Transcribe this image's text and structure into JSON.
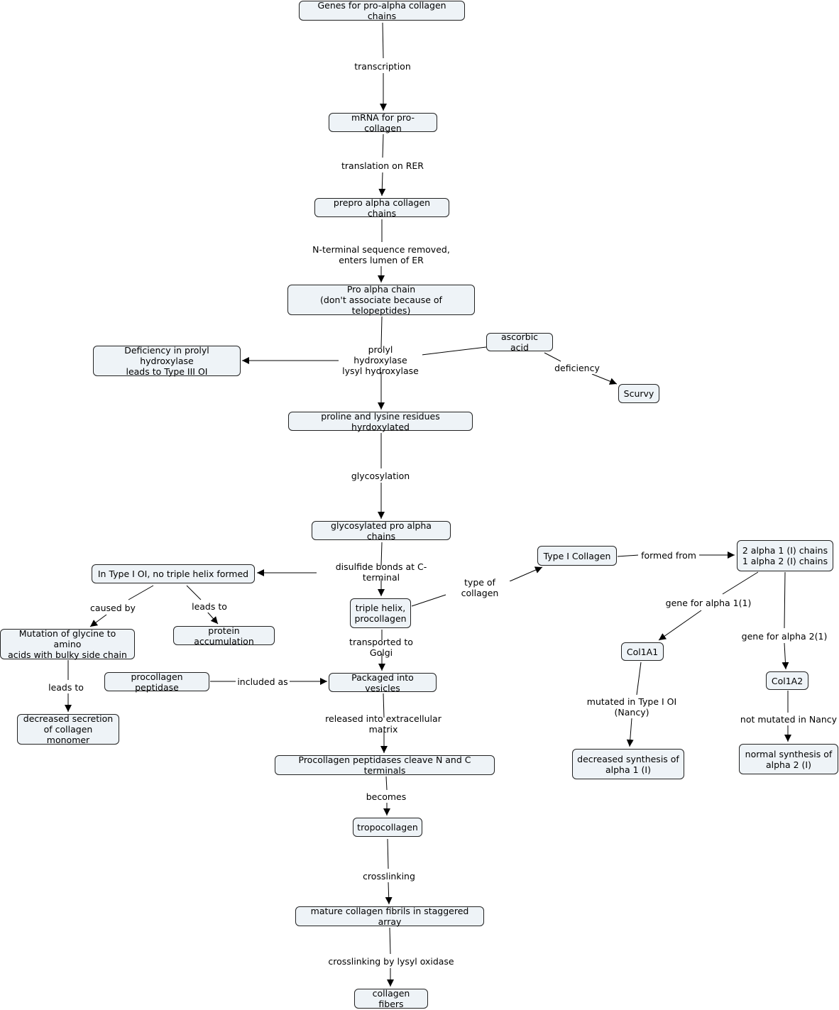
{
  "nodes": {
    "genes": "Genes for pro-alpha collagen chains",
    "mrna": "mRNA for pro-collagen",
    "prepro": "prepro alpha collagen chains",
    "proalpha": "Pro alpha chain\n(don't associate because of telopeptides)",
    "deficiency_prolyl": "Deficiency in prolyl hydroxylase\nleads to Type III OI",
    "ascorbic": "ascorbic acid",
    "scurvy": "Scurvy",
    "hydroxylated": "proline and lysine residues hyrdoxylated",
    "glycosylated": "glycosylated pro alpha chains",
    "type1oi_no_helix": "In Type I OI, no triple helix formed",
    "triple_helix": "triple helix,\nprocollagen",
    "type1_collagen": "Type I Collagen",
    "chains": "2 alpha 1 (I) chains\n1 alpha 2 (I) chains",
    "mutation_glycine": "Mutation of glycine to amino\nacids with bulky side chain",
    "protein_accumulation": "protein accumulation",
    "col1a1": "Col1A1",
    "col1a2": "Col1A2",
    "decreased_secretion": "decreased secretion\nof collagen monomer",
    "procollagen_peptidase": "procollagen peptidase",
    "vesicles": "Packaged into vesicles",
    "decreased_synthesis": "decreased synthesis of\nalpha 1 (I)",
    "normal_synthesis": "normal synthesis of\nalpha 2 (I)",
    "cleave": "Procollagen peptidases cleave N and C terminals",
    "tropocollagen": "tropocollagen",
    "mature_fibrils": "mature collagen fibrils in staggered array",
    "fibers": "collagen fibers"
  },
  "links": {
    "transcription": "transcription",
    "translation": "translation on RER",
    "n_terminal": "N-terminal sequence removed,\nenters lumen of ER",
    "hydroxylase": "prolyl hydroxylase\nlysyl hydroxylase",
    "deficiency": "deficiency",
    "glycosylation": "glycosylation",
    "disulfide": "disulfide bonds at C-terminal",
    "type_of_collagen": "type of collagen",
    "formed_from": "formed from",
    "caused_by": "caused by",
    "leads_to_accum": "leads to",
    "gene_alpha1": "gene for alpha 1(1)",
    "gene_alpha2": "gene for alpha 2(1)",
    "transported": "transported to Golgi",
    "leads_to_secretion": "leads to",
    "included_as": "included as",
    "mutated": "mutated in Type I OI\n(Nancy)",
    "not_mutated": "not mutated in Nancy",
    "released": "released into extracellular matrix",
    "becomes": "becomes",
    "crosslinking": "crosslinking",
    "crosslinking_lysyl": "crosslinking by lysyl oxidase"
  }
}
